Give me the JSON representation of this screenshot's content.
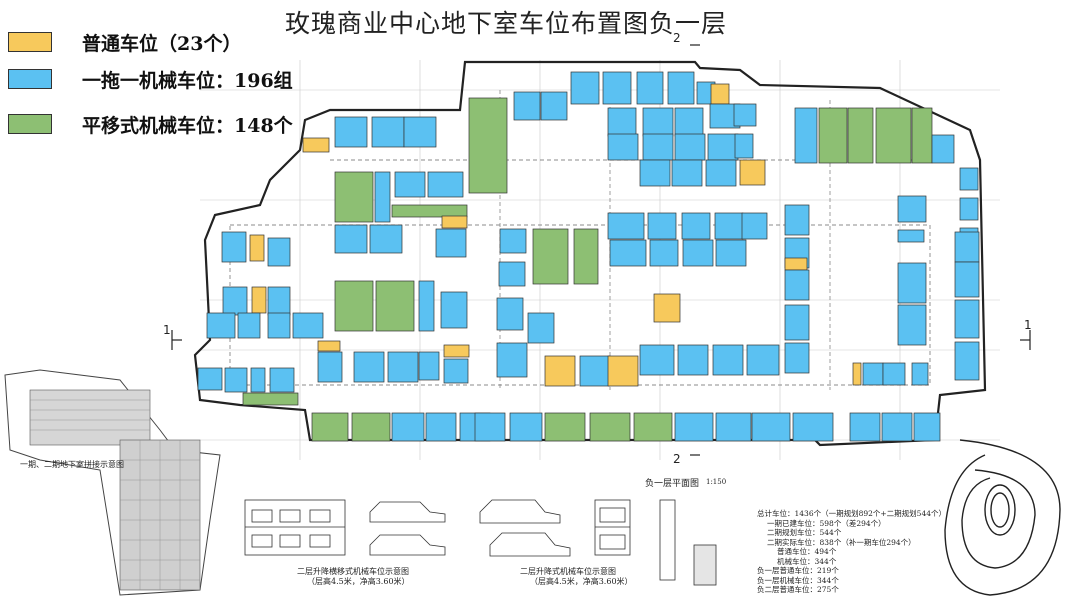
{
  "title": "玫瑰商业中心地下室车位布置图负一层",
  "legend": [
    {
      "label": "普通车位（23个）",
      "color": "#f7c95c",
      "type": "standard"
    },
    {
      "label": "一拖一机械车位：196组",
      "color": "#5bc1f2",
      "type": "one-drag-one"
    },
    {
      "label": "平移式机械车位：148个",
      "color": "#8dbf73",
      "type": "translation"
    }
  ],
  "axis_tags": {
    "top": "2",
    "bottom": "2",
    "left": "1",
    "right": "1"
  },
  "captions": {
    "site_plan": "一期、二期地下室拼接示意图",
    "floor_plan": "负一层平面图",
    "floor_plan_scale": "1:150",
    "lift_left": "二层升降横移式机械车位示意图",
    "lift_left_note": "（层高4.5米，净高3.60米）",
    "lift_right": "二层升降式机械车位示意图",
    "lift_right_note": "（层高4.5米，净高3.60米）"
  },
  "stats": [
    "总计车位：1436个（一期规划892个+二期规划544个）",
    "一期已建车位：598个（差294个）",
    "二期规划车位：544个",
    "二期实际车位：838个（补一期车位294个）",
    "普通车位：494个",
    "机械车位：344个",
    "负一层普通车位：219个",
    "负一层机械车位：344个",
    "负二层普通车位：275个"
  ],
  "colors": {
    "standard": "#f7c95c",
    "one_drag_one": "#5bc1f2",
    "translation": "#8dbf73",
    "wall": "#222222",
    "grid": "#9a9a9a"
  }
}
